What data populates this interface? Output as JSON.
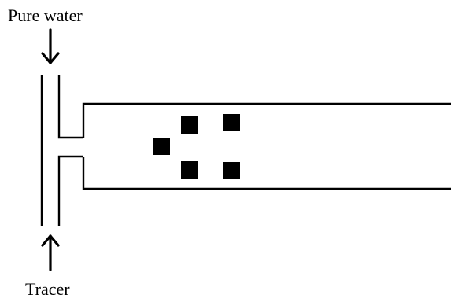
{
  "labels": {
    "top": "Pure water",
    "bottom": "Tracer"
  },
  "particles": {
    "count": 5,
    "shape": "square",
    "color": "#000000"
  },
  "colors": {
    "stroke": "#000000",
    "background": "#ffffff"
  },
  "icons": {
    "top_arrow": "arrow-down-icon",
    "bottom_arrow": "arrow-up-icon"
  }
}
